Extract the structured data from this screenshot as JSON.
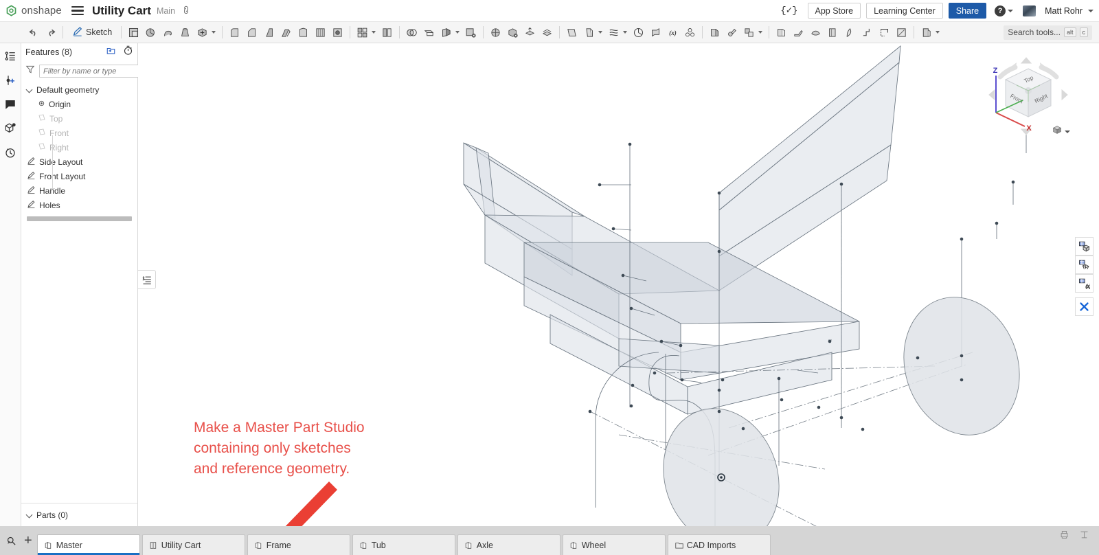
{
  "app": {
    "brand": "onshape",
    "document_title": "Utility Cart",
    "branch": "Main"
  },
  "topbar": {
    "hamburger_icon": "hamburger-menu-icon",
    "link_icon": "link-icon",
    "featurescript_label": "{✓}",
    "app_store_label": "App Store",
    "learning_center_label": "Learning Center",
    "share_label": "Share",
    "help_label": "?",
    "user_name": "Matt Rohr"
  },
  "toolbar": {
    "undo_title": "Undo",
    "redo_title": "Redo",
    "sketch_label": "Sketch",
    "search_placeholder": "Search tools...",
    "kbd_alt": "alt",
    "kbd_c": "c",
    "tools": [
      "extrude-icon",
      "revolve-icon",
      "sweep-icon",
      "loft-icon",
      "thicken-icon",
      "fillet-icon",
      "chamfer-icon",
      "draft-icon",
      "rib-icon",
      "shell-icon",
      "hole-icon",
      "pattern-icon",
      "mirror-icon",
      "boolean-icon",
      "split-icon",
      "move-face-icon",
      "delete-face-icon",
      "transform-icon",
      "replace-face-icon",
      "offset-surface-icon",
      "plane-icon",
      "sketch-plane-icon",
      "curve-icon",
      "helix-icon",
      "pie-icon",
      "import-icon",
      "variable-icon",
      "composite-part-icon",
      "sheet-metal-icon",
      "weld-icon",
      "frame-icon",
      "assembly-icon",
      "enclosure-icon",
      "part-icon",
      "surface-icon",
      "loft-surface-icon",
      "trim-icon",
      "extend-icon",
      "curve-pattern-icon",
      "section-icon",
      "measure-icon",
      "insert-icon"
    ]
  },
  "left_rail": {
    "items": [
      {
        "name": "feature-list-icon"
      },
      {
        "name": "add-version-icon"
      },
      {
        "name": "comments-icon"
      },
      {
        "name": "parts-3d-icon"
      },
      {
        "name": "history-icon"
      }
    ]
  },
  "feature_panel": {
    "title": "Features (8)",
    "header_icons": [
      "new-folder-icon",
      "history-timer-icon"
    ],
    "filter_icon": "funnel-icon",
    "filter_placeholder": "Filter by name or type",
    "filter_value": "",
    "groups": [
      {
        "label": "Default geometry",
        "expanded": true,
        "children": [
          {
            "label": "Origin",
            "icon": "origin-icon",
            "dim": false
          },
          {
            "label": "Top",
            "icon": "plane-icon",
            "dim": true
          },
          {
            "label": "Front",
            "icon": "plane-icon",
            "dim": true
          },
          {
            "label": "Right",
            "icon": "plane-icon",
            "dim": true
          }
        ]
      }
    ],
    "features": [
      {
        "label": "Side Layout",
        "icon": "sketch-icon"
      },
      {
        "label": "Front Layout",
        "icon": "sketch-icon"
      },
      {
        "label": "Handle",
        "icon": "sketch-icon"
      },
      {
        "label": "Holes",
        "icon": "sketch-icon"
      }
    ],
    "rollback_bar": "rollback-bar",
    "parts_label": "Parts (0)",
    "panel_toggle_icon": "panel-collapse-icon"
  },
  "viewport": {
    "view_cube": {
      "faces": [
        "Top",
        "Front",
        "Right"
      ],
      "axes": [
        {
          "label": "Z",
          "color": "#5b4fd0"
        },
        {
          "label": "X",
          "color": "#d94a4a"
        }
      ]
    },
    "view_dropdown_icon": "view-orientation-cube-icon",
    "right_dock": [
      {
        "name": "display-states-icon"
      },
      {
        "name": "render-mode-icon"
      },
      {
        "name": "explode-icon"
      },
      {
        "name": "close-panel-icon",
        "color": "#1565d8"
      }
    ],
    "annotation": {
      "text": "Make a Master Part Studio\ncontaining only sketches\nand reference geometry.",
      "color": "#e8504a",
      "arrow": "red-arrow-pointing-to-master-tab"
    },
    "geometry_colors": {
      "plane_fill": "#dde2e8",
      "plane_edge": "#6a7580",
      "wheel_fill": "#dfe3e7",
      "centerline": "#7b848d",
      "vertex": "#3e4a55"
    }
  },
  "tabbar": {
    "search_tabs_icon": "search-tabs-icon",
    "add_tab_label": "+",
    "tabs": [
      {
        "label": "Master",
        "icon": "part-studio-icon",
        "active": true
      },
      {
        "label": "Utility Cart",
        "icon": "assembly-icon",
        "active": false
      },
      {
        "label": "Frame",
        "icon": "part-studio-icon",
        "active": false
      },
      {
        "label": "Tub",
        "icon": "part-studio-icon",
        "active": false
      },
      {
        "label": "Axle",
        "icon": "part-studio-icon",
        "active": false
      },
      {
        "label": "Wheel",
        "icon": "part-studio-icon",
        "active": false
      },
      {
        "label": "CAD Imports",
        "icon": "folder-icon",
        "active": false
      }
    ],
    "right_icons": [
      "print-icon",
      "units-icon"
    ]
  }
}
